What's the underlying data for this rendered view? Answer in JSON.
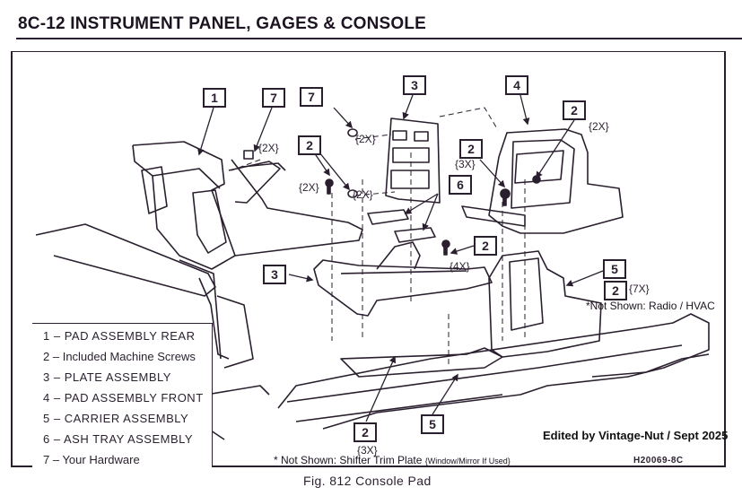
{
  "header": {
    "title": "8C-12  INSTRUMENT PANEL, GAGES & CONSOLE"
  },
  "callouts": [
    {
      "number": "1",
      "qty": ""
    },
    {
      "number": "7",
      "qty": "{2X}"
    },
    {
      "number": "7",
      "qty": "{2X}"
    },
    {
      "number": "2",
      "qty": "{2X}",
      "qty2": "{2X}"
    },
    {
      "number": "3",
      "qty": ""
    },
    {
      "number": "4",
      "qty": ""
    },
    {
      "number": "2",
      "qty": "{2X}"
    },
    {
      "number": "2",
      "qty": "{3X}"
    },
    {
      "number": "6",
      "qty": ""
    },
    {
      "number": "2",
      "qty": "{4X}"
    },
    {
      "number": "3",
      "qty": ""
    },
    {
      "number": "5",
      "qty": ""
    },
    {
      "number": "2",
      "qty": "{7X}"
    },
    {
      "number": "2",
      "qty": "{3X}"
    },
    {
      "number": "5",
      "qty": ""
    }
  ],
  "legend": [
    {
      "number": "1",
      "label": "PAD ASSEMBLY REAR"
    },
    {
      "number": "2",
      "label": "Included Machine Screws"
    },
    {
      "number": "3",
      "label": "PLATE ASSEMBLY"
    },
    {
      "number": "4",
      "label": "PAD ASSEMBLY FRONT"
    },
    {
      "number": "5",
      "label": "CARRIER ASSEMBLY"
    },
    {
      "number": "6",
      "label": "ASH TRAY ASSEMBLY"
    },
    {
      "number": "7",
      "label": "Your Hardware"
    }
  ],
  "notes": {
    "radio_hvac": "*Not Shown: Radio / HVAC",
    "shifter": "* Not Shown: Shifter Trim Plate",
    "shifter_small": "{Window/Mirror If Used}",
    "edited_by": "Edited by Vintage-Nut / Sept 2025",
    "drawing_code": "H20069-8C"
  },
  "caption": "Fig. 812 Console Pad",
  "colors": {
    "ink": "#2a1f2e",
    "paper": "#ffffff"
  }
}
